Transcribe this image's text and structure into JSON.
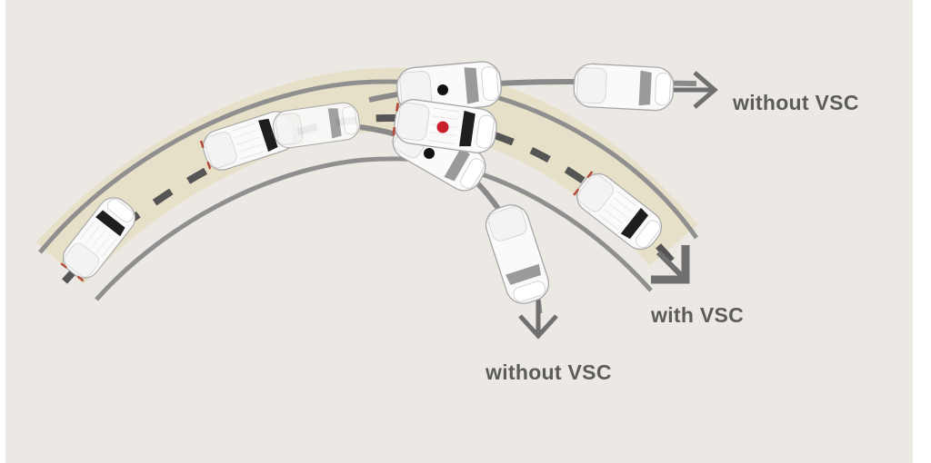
{
  "labels": {
    "top_without": "without VSC",
    "with": "with VSC",
    "bottom_without": "without VSC"
  },
  "colors": {
    "background": "#ece8e3",
    "lane_fill": "#e6e0c8",
    "lane_edge": "#8f8f8f",
    "centerline": "#555555",
    "arrow": "#707070",
    "car_body": "#fafafa",
    "car_outline": "#a8a8a8",
    "window_dark": "#1e1e1e",
    "marker_red": "#c8202a",
    "marker_black": "#111111",
    "label_text": "#5c5c5c"
  },
  "icons": [
    "car-icon",
    "arrow-icon",
    "marker-dot"
  ]
}
